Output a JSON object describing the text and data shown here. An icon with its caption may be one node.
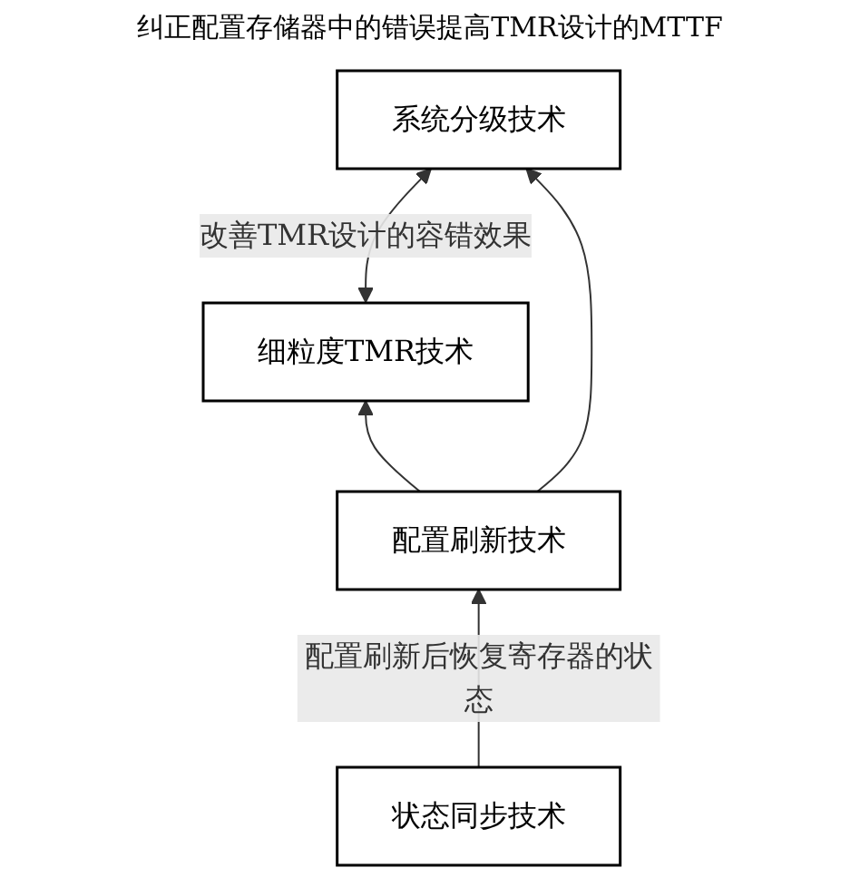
{
  "diagram": {
    "nodes": [
      {
        "text": [
          "细粒度TMR技术"
        ]
      },
      {
        "text": [
          "系统分级技术"
        ]
      },
      {
        "text": [
          "配置刷新技术"
        ]
      },
      {
        "text": [
          "状态同步技术"
        ]
      }
    ],
    "edges": [
      {
        "from": 0,
        "to": 1,
        "arrow": "both",
        "label": "改善TMR设计的容错效果"
      },
      {
        "from": 2,
        "to": 0,
        "arrow": "to"
      },
      {
        "from": 2,
        "to": 1,
        "arrow": "to"
      },
      {
        "from": 3,
        "to": 2,
        "arrow": "to",
        "label": "配置刷新后恢复寄存器的状态"
      }
    ],
    "labels": [
      "纠正配置存储器中的错误提高TMR设计的MTTF"
    ]
  }
}
